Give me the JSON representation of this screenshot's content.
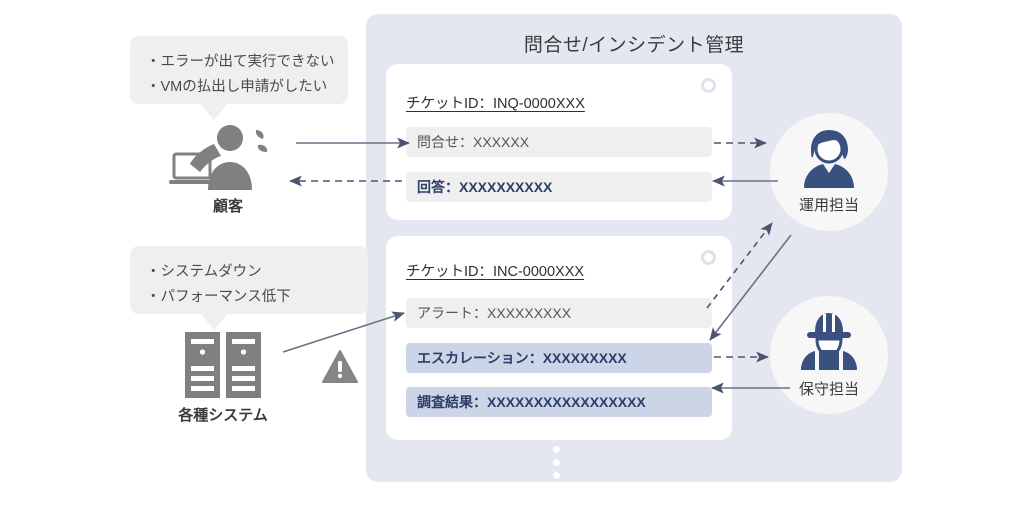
{
  "panel": {
    "title": "問合せ/インシデント管理",
    "bg_color": "#e4e7ef"
  },
  "cards": [
    {
      "ticket_id": "チケットID：INQ-0000XXX",
      "rows": [
        {
          "label": "問合せ：XXXXXX",
          "style": "grey"
        },
        {
          "label": "回答：XXXXXXXXXX",
          "style": "grey-bold"
        }
      ]
    },
    {
      "ticket_id": "チケットID：INC-0000XXX",
      "rows": [
        {
          "label": "アラート：XXXXXXXXX",
          "style": "grey"
        },
        {
          "label": "エスカレーション：XXXXXXXXX",
          "style": "blue"
        },
        {
          "label": "調査結果：XXXXXXXXXXXXXXXXX",
          "style": "blue"
        }
      ]
    }
  ],
  "bubbles": [
    {
      "lines": [
        "・エラーが出て実行できない",
        "・VMの払出し申請がしたい"
      ]
    },
    {
      "lines": [
        "・システムダウン",
        "・パフォーマンス低下"
      ]
    }
  ],
  "actors": {
    "customer": {
      "label": "顧客",
      "icon": "person-trouble-laptop-icon"
    },
    "systems": {
      "label": "各種システム",
      "icon": "server-rack-icon"
    },
    "operations": {
      "label": "運用担当",
      "icon": "operator-person-icon"
    },
    "maintenance": {
      "label": "保守担当",
      "icon": "helmet-worker-icon"
    }
  },
  "warning": {
    "icon": "warning-triangle-icon"
  },
  "colors": {
    "panel": "#e4e7ef",
    "card": "#ffffff",
    "row_grey": "#efefef",
    "row_blue": "#ccd4e8",
    "accent_navy": "#2c3e66",
    "icon_gray": "#808080",
    "arrow": "#5a6179"
  },
  "dots": {
    "count": 3
  }
}
